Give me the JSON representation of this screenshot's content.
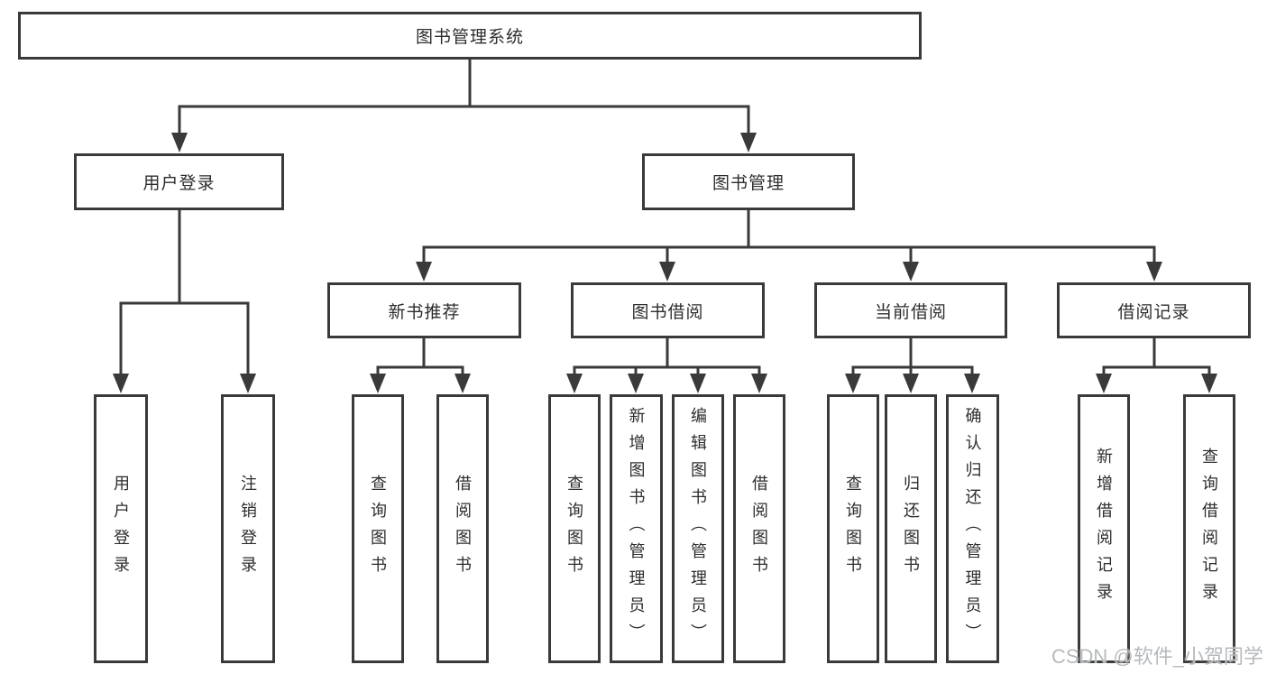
{
  "diagram": {
    "root": "图书管理系统",
    "level2": [
      "用户登录",
      "图书管理"
    ],
    "level3": [
      "新书推荐",
      "图书借阅",
      "当前借阅",
      "借阅记录"
    ],
    "leaves_login": [
      "用户登录",
      "注销登录"
    ],
    "leaves_recommend": [
      "查询图书",
      "借阅图书"
    ],
    "leaves_borrow": [
      "查询图书",
      "新增图书（管理员）",
      "编辑图书（管理员）",
      "借阅图书"
    ],
    "leaves_current": [
      "查询图书",
      "归还图书",
      "确认归还（管理员）"
    ],
    "leaves_records": [
      "新增借阅记录",
      "查询借阅记录"
    ]
  },
  "watermark": "CSDN @软件_小贺同学",
  "colors": {
    "line": "#3a3a3a",
    "text": "#2d2d2d",
    "watermark": "#b7babd",
    "background": "#ffffff"
  }
}
